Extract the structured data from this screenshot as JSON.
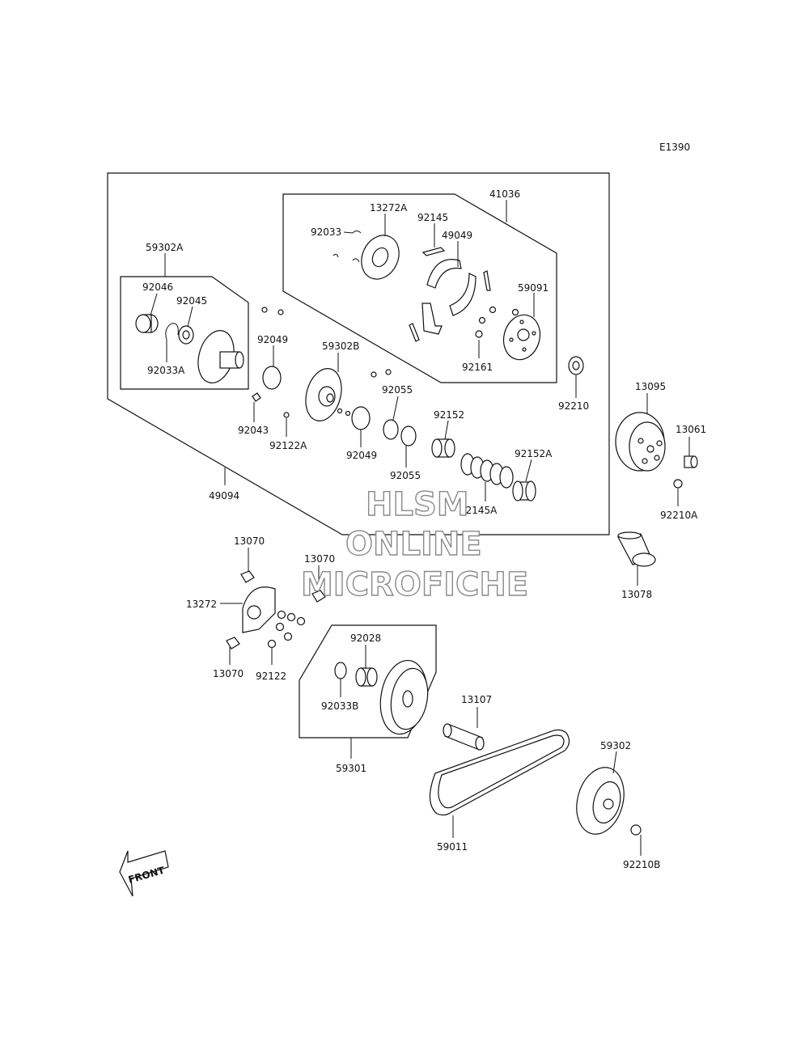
{
  "diagram_code": "E1390",
  "watermark": {
    "line1": "HLSM",
    "line2": "ONLINE",
    "line3": "MICROFICHE"
  },
  "front_label": "FRONT",
  "labels": {
    "l41036": "41036",
    "l13272A": "13272A",
    "l92145": "92145",
    "l49049": "49049",
    "l92033": "92033",
    "l59091": "59091",
    "l92161": "92161",
    "l92210": "92210",
    "l59302A": "59302A",
    "l92046": "92046",
    "l92045": "92045",
    "l92033A": "92033A",
    "l92049a": "92049",
    "l59302B": "59302B",
    "l92043": "92043",
    "l92122A": "92122A",
    "l92049b": "92049",
    "l92055a": "92055",
    "l92055b": "92055",
    "l92152": "92152",
    "l92152A": "92152A",
    "l92145A": "92145A",
    "l49094": "49094",
    "l13095": "13095",
    "l13061": "13061",
    "l92210A": "92210A",
    "l13078": "13078",
    "l13070a": "13070",
    "l13070b": "13070",
    "l13272": "13272",
    "l13070c": "13070",
    "l92122": "92122",
    "l92028": "92028",
    "l92033B": "92033B",
    "l59301": "59301",
    "l13107": "13107",
    "l59302": "59302",
    "l59011": "59011",
    "l92210B": "92210B"
  }
}
